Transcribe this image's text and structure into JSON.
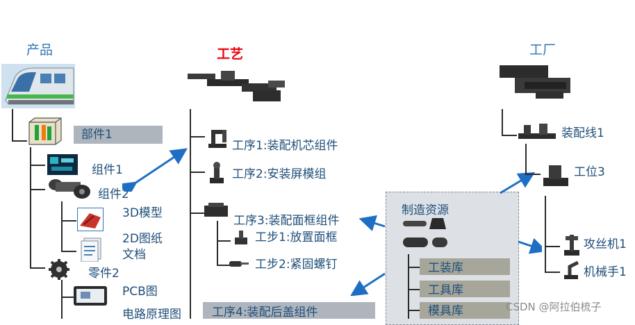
{
  "product": {
    "title": "产品",
    "part1": "部件1",
    "component1": "组件1",
    "component2": "组件2",
    "model3d": "3D模型",
    "drawing2d_line1": "2D图纸",
    "drawing2d_line2": "文档",
    "part2": "零件2",
    "pcb": "PCB图",
    "circuit": "电路原理图"
  },
  "process": {
    "title": "工艺",
    "step1": "工序1:装配机芯组件",
    "step2": "工序2:安装屏模组",
    "step3": "工序3:装配面框组件",
    "sub1": "工步1:放置面框",
    "sub2": "工步2:紧固螺钉",
    "step4": "工序4:装配后盖组件"
  },
  "factory": {
    "title": "工厂",
    "line1": "装配线1",
    "station3": "工位3",
    "tapping": "攻丝机1",
    "robot": "机械手1"
  },
  "resources": {
    "title": "制造资源",
    "fixture_lib": "工装库",
    "tool_lib": "工具库",
    "mold_lib": "模具库"
  },
  "watermark": "CSDN @阿拉伯梳子",
  "colors": {
    "label": "#1f4e79",
    "heading": "#2e75b6",
    "process_heading": "#e8000b",
    "arrow": "#1e6fc4"
  }
}
